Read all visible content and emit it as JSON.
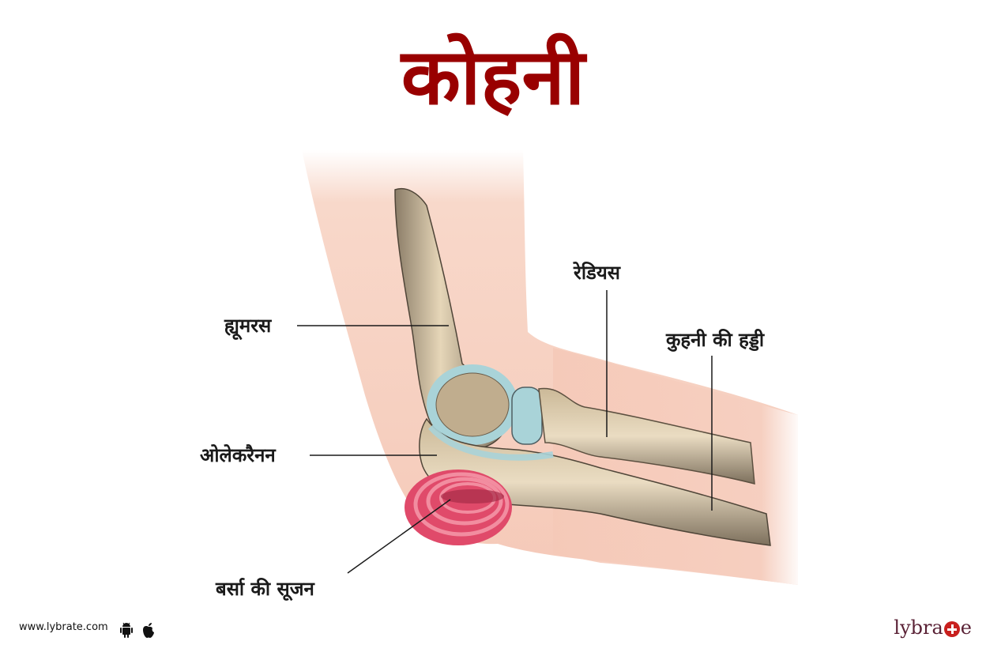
{
  "title": "कोहनी",
  "colors": {
    "title": "#990000",
    "skin": "#f6cdbd",
    "bone": "#e0cfb0",
    "cartilage": "#a9d3d8",
    "bursa": "#e04a6a",
    "leader_line": "#1a1a1a",
    "brand": "#5a2236",
    "brand_accent": "#c8201e"
  },
  "labels": {
    "humerus": "ह्यूमरस",
    "radius": "रेडियस",
    "ulna": "कुहनी की हड्डी",
    "olecranon": "ओलेकरैनन",
    "bursitis": "बर्सा की सूजन"
  },
  "footer": {
    "url": "www.lybrate.com",
    "icons": [
      "android-icon",
      "apple-icon"
    ],
    "brand_left": "lybra",
    "brand_right": "e"
  }
}
